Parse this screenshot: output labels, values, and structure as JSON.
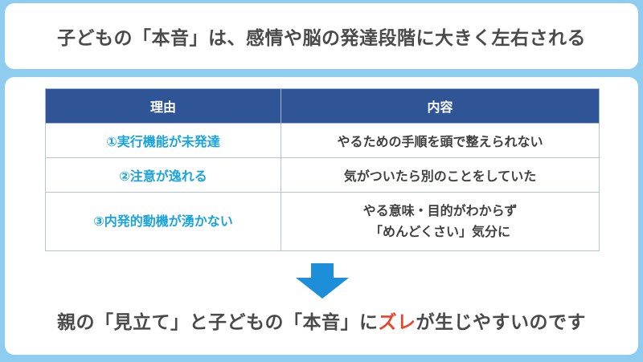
{
  "title": "子どもの「本音」は、感情や脳の発達段階に大きく左右される",
  "table": {
    "headers": [
      "理由",
      "内容"
    ],
    "rows": [
      {
        "reason": "①実行機能が未発達",
        "content": [
          "やるための手順を頭で整えられない"
        ]
      },
      {
        "reason": "②注意が逸れる",
        "content": [
          "気がついたら別のことをしていた"
        ]
      },
      {
        "reason": "③内発的動機が湧かない",
        "content": [
          "やる意味・目的がわからず",
          "「めんどくさい」気分に"
        ]
      }
    ]
  },
  "conclusion": {
    "before": "親の「見立て」と子どもの「本音」に",
    "highlight": "ズレ",
    "after": "が生じやすいのです"
  },
  "colors": {
    "background": "#8fcdf0",
    "header": "#2f5597",
    "reason_text": "#1aa3dc",
    "arrow": "#1d8fd8",
    "highlight": "#e8452c"
  }
}
